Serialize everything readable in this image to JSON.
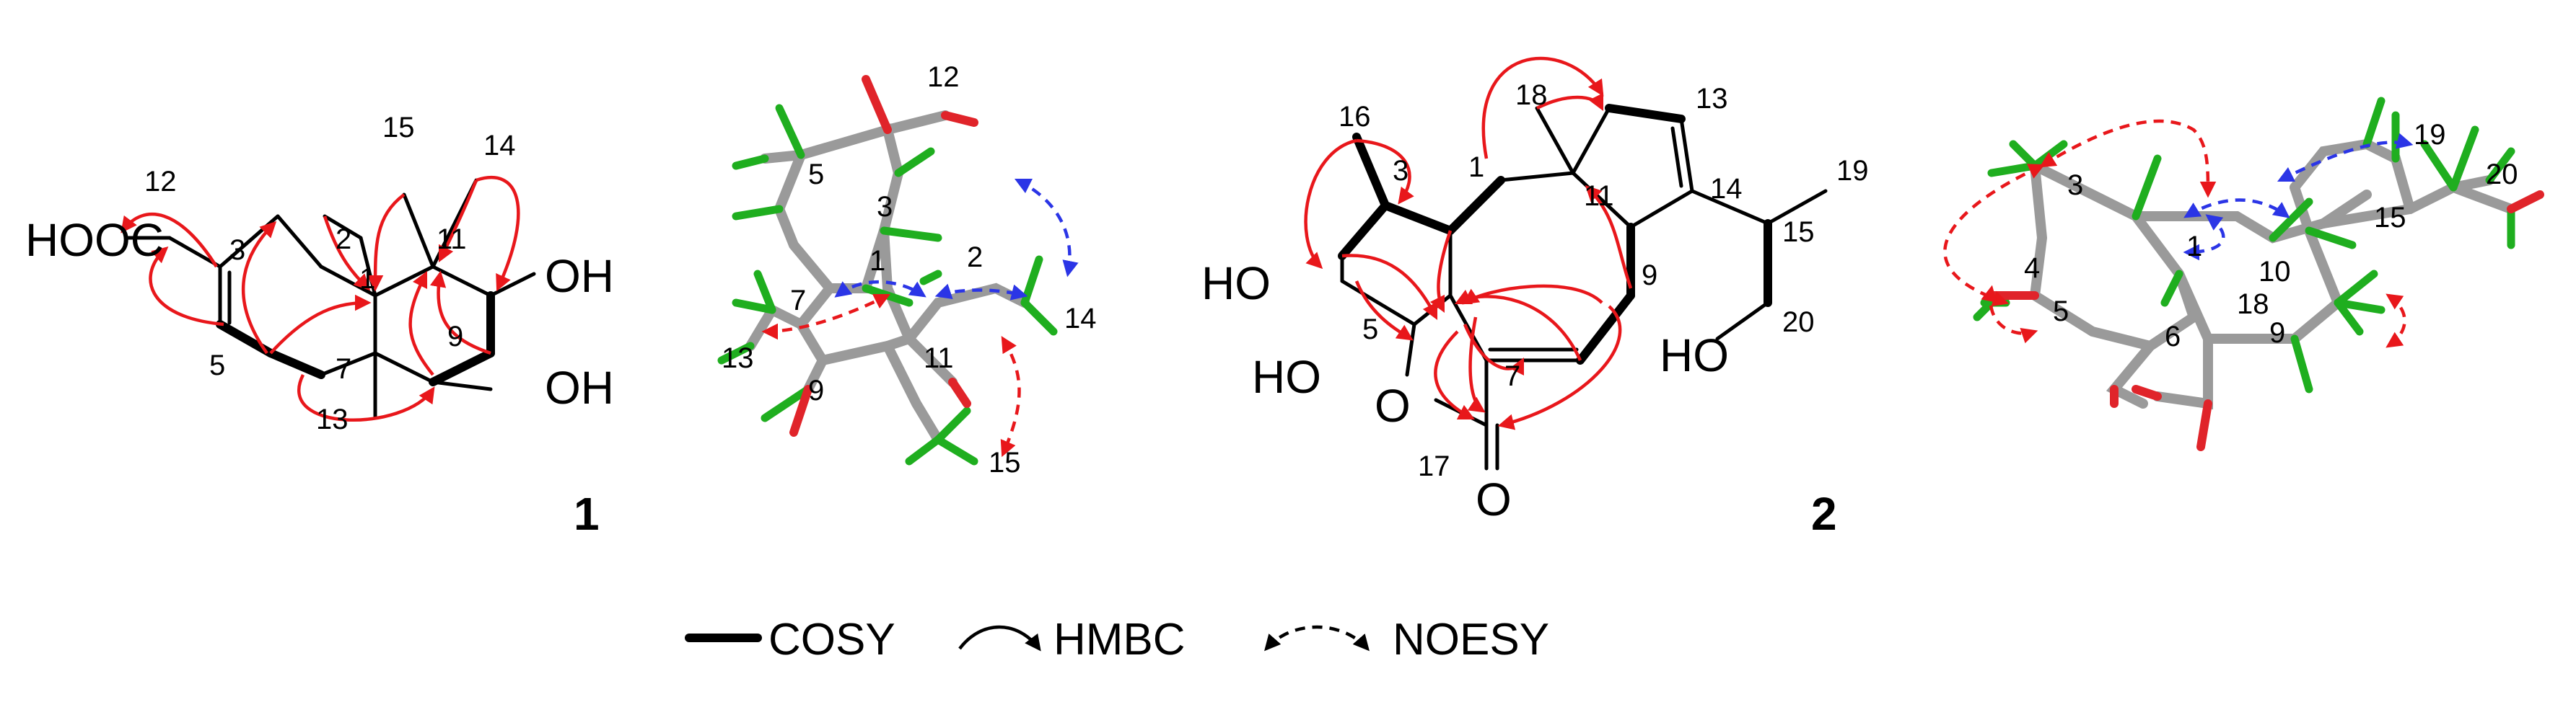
{
  "compound1": {
    "id": "1",
    "atom_labels": {
      "hooc": "HOOC",
      "oh_top": "OH",
      "oh_bottom": "OH"
    },
    "numbers": [
      "12",
      "3",
      "2",
      "1",
      "15",
      "14",
      "11",
      "9",
      "5",
      "7",
      "13"
    ]
  },
  "model1": {
    "numbers": [
      "12",
      "5",
      "3",
      "1",
      "2",
      "7",
      "13",
      "9",
      "11",
      "14",
      "15"
    ]
  },
  "compound2": {
    "id": "2",
    "atom_labels": {
      "ho_top": "HO",
      "ho_bottom": "HO",
      "ring_o": "O",
      "carbonyl_o": "O",
      "ho_side": "HO"
    },
    "numbers": [
      "16",
      "3",
      "1",
      "18",
      "11",
      "13",
      "14",
      "19",
      "15",
      "20",
      "9",
      "5",
      "7",
      "17"
    ]
  },
  "model2": {
    "numbers": [
      "3",
      "1",
      "19",
      "15",
      "20",
      "10",
      "4",
      "5",
      "6",
      "18",
      "9"
    ]
  },
  "legend": {
    "cosy": "COSY",
    "hmbc": "HMBC",
    "noesy": "NOESY"
  },
  "colors": {
    "hmbc": "#e8171b",
    "noesy_red": "#e8171b",
    "noesy_blue": "#2b35e6",
    "carbon_stick": "#9a9a9a",
    "hydrogen_stick": "#1fae1f",
    "oxygen_stick": "#e0242a"
  }
}
